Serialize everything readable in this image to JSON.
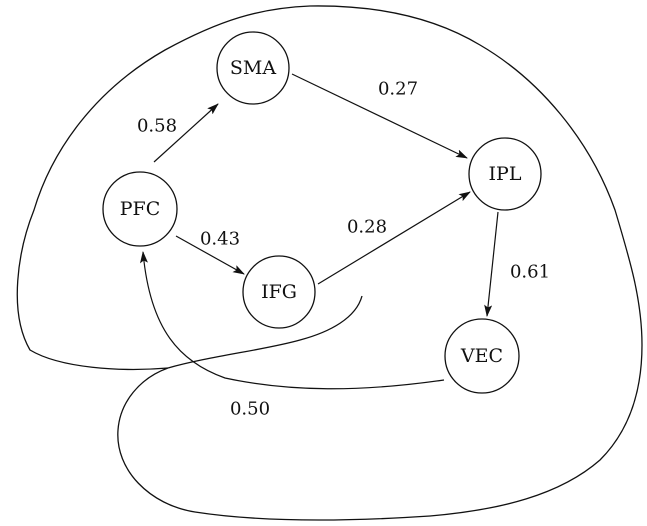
{
  "nodes": [
    {
      "id": "SMA",
      "label": "SMA"
    },
    {
      "id": "IPL",
      "label": "IPL"
    },
    {
      "id": "PFC",
      "label": "PFC"
    },
    {
      "id": "IFG",
      "label": "IFG"
    },
    {
      "id": "VEC",
      "label": "VEC"
    }
  ],
  "edges": [
    {
      "from": "PFC",
      "to": "SMA",
      "weight": "0.58"
    },
    {
      "from": "SMA",
      "to": "IPL",
      "weight": "0.27"
    },
    {
      "from": "PFC",
      "to": "IFG",
      "weight": "0.43"
    },
    {
      "from": "IFG",
      "to": "IPL",
      "weight": "0.28"
    },
    {
      "from": "IPL",
      "to": "VEC",
      "weight": "0.61"
    },
    {
      "from": "VEC",
      "to": "PFC",
      "weight": "0.50"
    }
  ]
}
